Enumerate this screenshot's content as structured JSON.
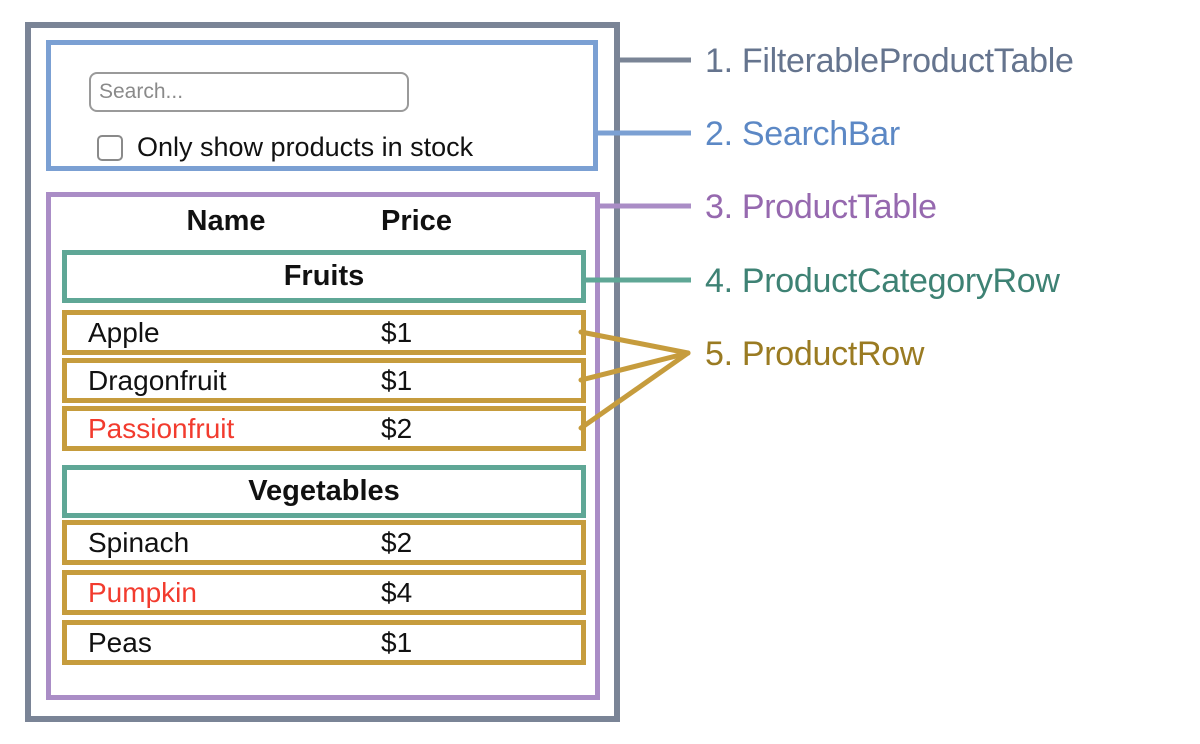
{
  "colors": {
    "slate_border": "#7A8496",
    "slate_text": "#65748E",
    "blue_border": "#7BA0D3",
    "blue_text": "#5C88C5",
    "purple_border": "#AA8DC6",
    "purple_text": "#9669AF",
    "teal_border": "#5FA796",
    "teal_text": "#3E8274",
    "gold_border": "#C69C3D",
    "gold_text": "#9A7B22",
    "red_text": "#F23B2E",
    "input_border": "#9A9A9A",
    "checkbox_border": "#8A8A8A",
    "placeholder_text": "#8A8A8A",
    "body_text": "#111111"
  },
  "search_bar": {
    "input_placeholder": "Search...",
    "checkbox_label": "Only show products in stock",
    "checkbox_checked": false
  },
  "table": {
    "columns": [
      "Name",
      "Price"
    ],
    "sections": [
      {
        "category": "Fruits",
        "products": [
          {
            "name": "Apple",
            "price": "$1",
            "in_stock": true
          },
          {
            "name": "Dragonfruit",
            "price": "$1",
            "in_stock": true
          },
          {
            "name": "Passionfruit",
            "price": "$2",
            "in_stock": false
          }
        ]
      },
      {
        "category": "Vegetables",
        "products": [
          {
            "name": "Spinach",
            "price": "$2",
            "in_stock": true
          },
          {
            "name": "Pumpkin",
            "price": "$4",
            "in_stock": false
          },
          {
            "name": "Peas",
            "price": "$1",
            "in_stock": true
          }
        ]
      }
    ]
  },
  "labels": [
    {
      "text": "1. FilterableProductTable"
    },
    {
      "text": "2. SearchBar"
    },
    {
      "text": "3. ProductTable"
    },
    {
      "text": "4. ProductCategoryRow"
    },
    {
      "text": "5. ProductRow"
    }
  ]
}
